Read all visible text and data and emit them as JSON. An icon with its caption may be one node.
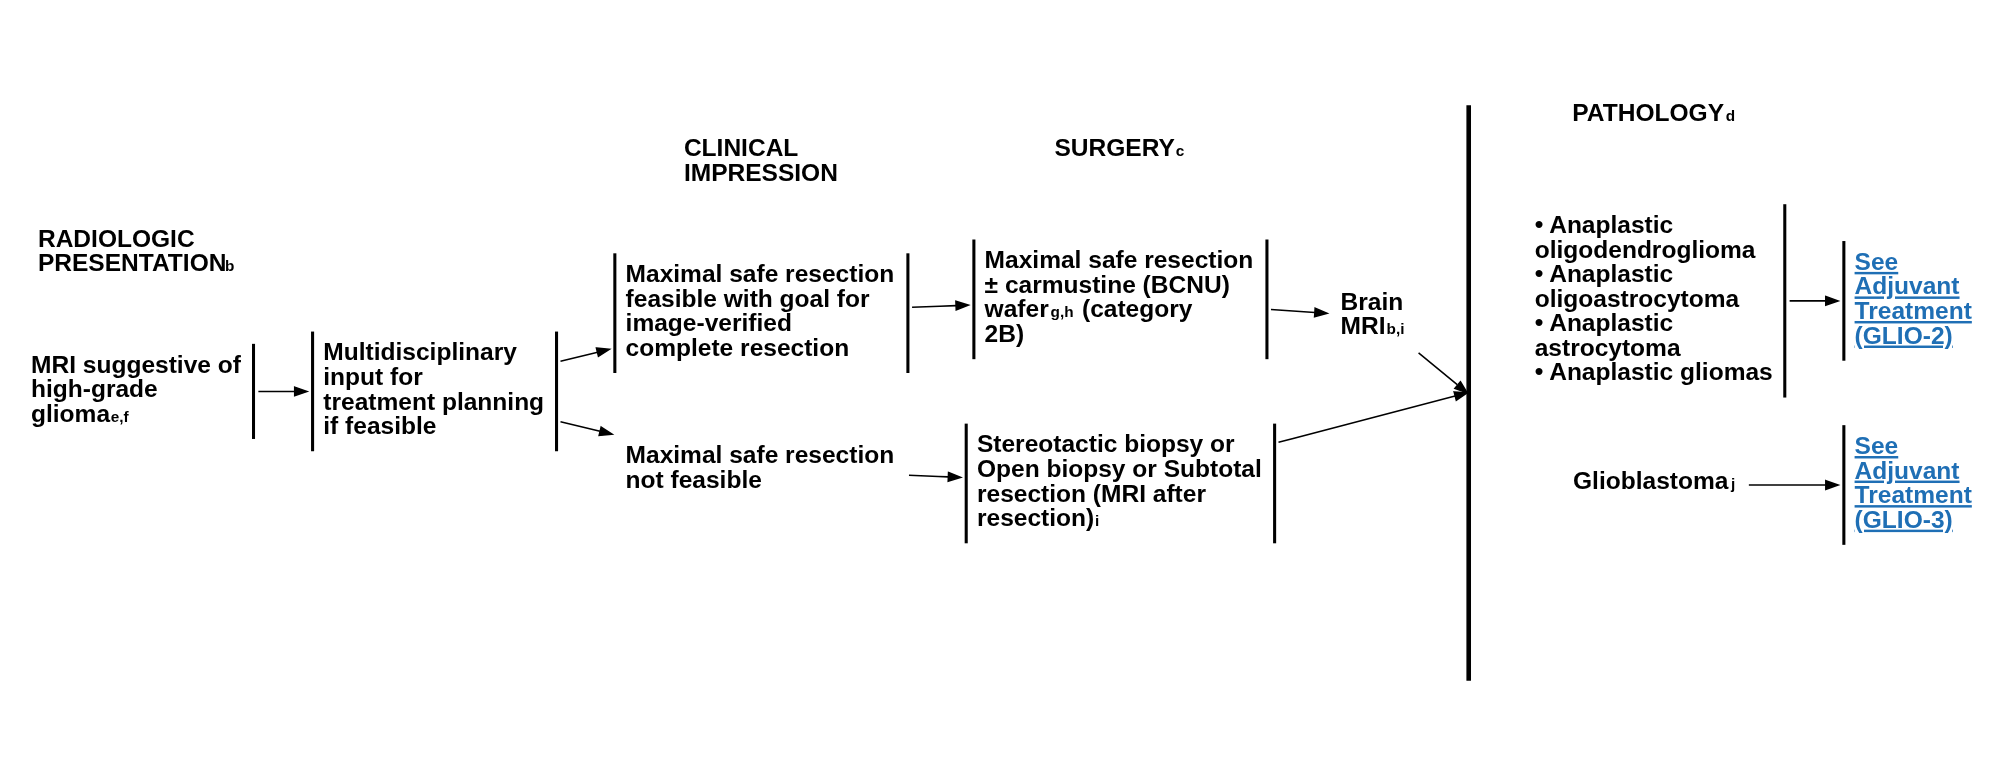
{
  "diagram": {
    "nodes": [
      {
        "text": [
          "MRI suggestive of high-grade glioma$^{e,f}$"
        ]
      },
      {
        "text": [
          "Multidisciplinary input for treatment planning if feasible"
        ]
      },
      {
        "text": [
          "Maximal safe resection feasible with goal for image-verified complete resection"
        ]
      },
      {
        "text": [
          "Maximal safe resection not feasible"
        ]
      },
      {
        "text": [
          "Maximal safe resection ± carmustine (BCNU) wafer$^{g,h}$ (category 2B)"
        ]
      },
      {
        "text": [
          "Brain MRI$^{b,i}$"
        ]
      },
      {
        "text": [
          "Stereotactic biopsy or Open biopsy or Subtotal resection (MRI after resection)$^{i}$"
        ]
      },
      {
        "text": [],
        "shape": "bar"
      },
      {
        "text": [
          "• Anaplastic oligodendroglioma",
          "• Anaplastic oligoastrocytoma",
          "• Anaplastic astrocytoma",
          "• Anaplastic gliomas"
        ]
      },
      {
        "text": [
          "Glioblastoma$^{j}$"
        ]
      },
      {
        "text": [
          "See Adjuvant Treatment (GLIO-2)"
        ]
      },
      {
        "text": [
          "See Adjuvant Treatment (GLIO-3)"
        ]
      }
    ],
    "edges": [
      {
        "from": 0,
        "to": 1,
        "arrow": "to"
      },
      {
        "from": 1,
        "to": 2,
        "arrow": "to"
      },
      {
        "from": 1,
        "to": 3,
        "arrow": "to"
      },
      {
        "from": 2,
        "to": 4,
        "arrow": "to"
      },
      {
        "from": 3,
        "to": 6,
        "arrow": "to"
      },
      {
        "from": 4,
        "to": 5,
        "arrow": "to"
      },
      {
        "from": 5,
        "to": 7,
        "arrow": "to"
      },
      {
        "from": 6,
        "to": 7,
        "arrow": "to"
      },
      {
        "from": 8,
        "to": 10,
        "arrow": "to"
      },
      {
        "from": 9,
        "to": 11,
        "arrow": "to"
      }
    ],
    "labels": [
      "RADIOLOGIC PRESENTATION$^{b}$",
      "CLINICAL IMPRESSION",
      "SURGERY$^{c}$",
      "PATHOLOGY$^{d}$"
    ]
  }
}
